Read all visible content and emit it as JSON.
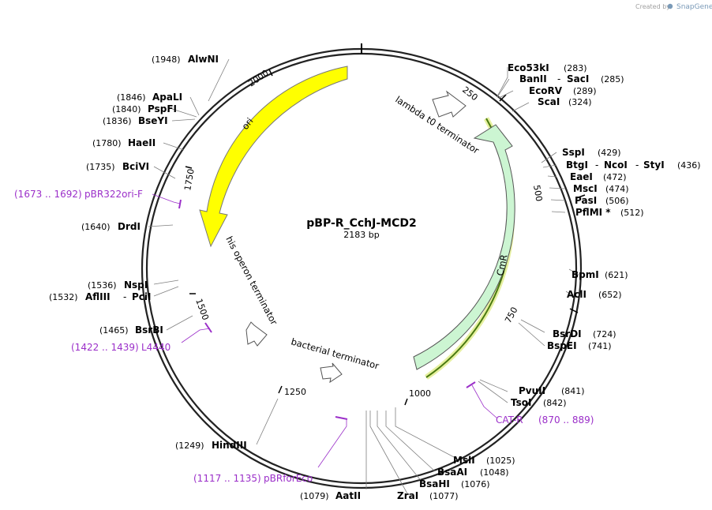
{
  "credit": {
    "text": "Created by",
    "brand": "SnapGene"
  },
  "plasmid": {
    "name": "pBP-R_CchJ-MCD2",
    "length_label": "2183 bp"
  },
  "ticks": [
    "250",
    "500",
    "750",
    "1000",
    "1250",
    "1500",
    "1750",
    "2000"
  ],
  "features": {
    "ori": "ori",
    "cmr": "CmR",
    "lambda": "lambda t0 terminator",
    "his": "his operon terminator",
    "bacterial": "bacterial terminator"
  },
  "enzymes": [
    {
      "name": "Eco53kI",
      "pos": "(283)"
    },
    {
      "name": "BanII",
      "sep": "-",
      "name2": "SacI",
      "pos": "(285)"
    },
    {
      "name": "EcoRV",
      "pos": "(289)"
    },
    {
      "name": "ScaI",
      "pos": "(324)"
    },
    {
      "name": "SspI",
      "pos": "(429)"
    },
    {
      "name": "BtgI",
      "sep": "-",
      "name2": "NcoI",
      "sep2": "-",
      "name3": "StyI",
      "pos": "(436)"
    },
    {
      "name": "EaeI",
      "pos": "(472)"
    },
    {
      "name": "MscI",
      "pos": "(474)"
    },
    {
      "name": "PasI",
      "pos": "(506)"
    },
    {
      "name": "PflMI *",
      "pos": "(512)"
    },
    {
      "name": "BpmI",
      "pos": "(621)"
    },
    {
      "name": "AclI",
      "pos": "(652)"
    },
    {
      "name": "BsrDI",
      "pos": "(724)"
    },
    {
      "name": "BspEI",
      "pos": "(741)"
    },
    {
      "name": "PvuII",
      "pos": "(841)"
    },
    {
      "name": "TsoI",
      "pos": "(842)"
    },
    {
      "name": "MslI",
      "pos": "(1025)"
    },
    {
      "name": "BsaAI",
      "pos": "(1048)"
    },
    {
      "name": "BsaHI",
      "pos": "(1076)"
    },
    {
      "name": "ZraI",
      "pos": "(1077)"
    },
    {
      "name": "AatII",
      "pos": "(1079)"
    },
    {
      "name": "HindIII",
      "pos": "(1249)"
    },
    {
      "name": "BsrBI",
      "pos": "(1465)"
    },
    {
      "name": "AflIII",
      "sep": "-",
      "name2": "PciI",
      "pos": "(1532)"
    },
    {
      "name": "NspI",
      "pos": "(1536)"
    },
    {
      "name": "DrdI",
      "pos": "(1640)"
    },
    {
      "name": "BciVI",
      "pos": "(1735)"
    },
    {
      "name": "HaeII",
      "pos": "(1780)"
    },
    {
      "name": "BseYI",
      "pos": "(1836)"
    },
    {
      "name": "PspFI",
      "pos": "(1840)"
    },
    {
      "name": "ApaLI",
      "pos": "(1846)"
    },
    {
      "name": "AlwNI",
      "pos": "(1948)"
    }
  ],
  "primers": [
    {
      "range": "(870 .. 889)",
      "name": "CAT-R"
    },
    {
      "range": "(1117 .. 1135)",
      "name": "pBRforEco"
    },
    {
      "range": "(1422 .. 1439)",
      "name": "L4440"
    },
    {
      "range": "(1673 .. 1692)",
      "name": "pBR322ori-F"
    }
  ],
  "colors": {
    "ori": "#ffff00",
    "cmr": "#ccf5d2",
    "cmr_highlight": "#4a7a10",
    "primer": "#9b2fc9",
    "backbone": "#222222"
  }
}
